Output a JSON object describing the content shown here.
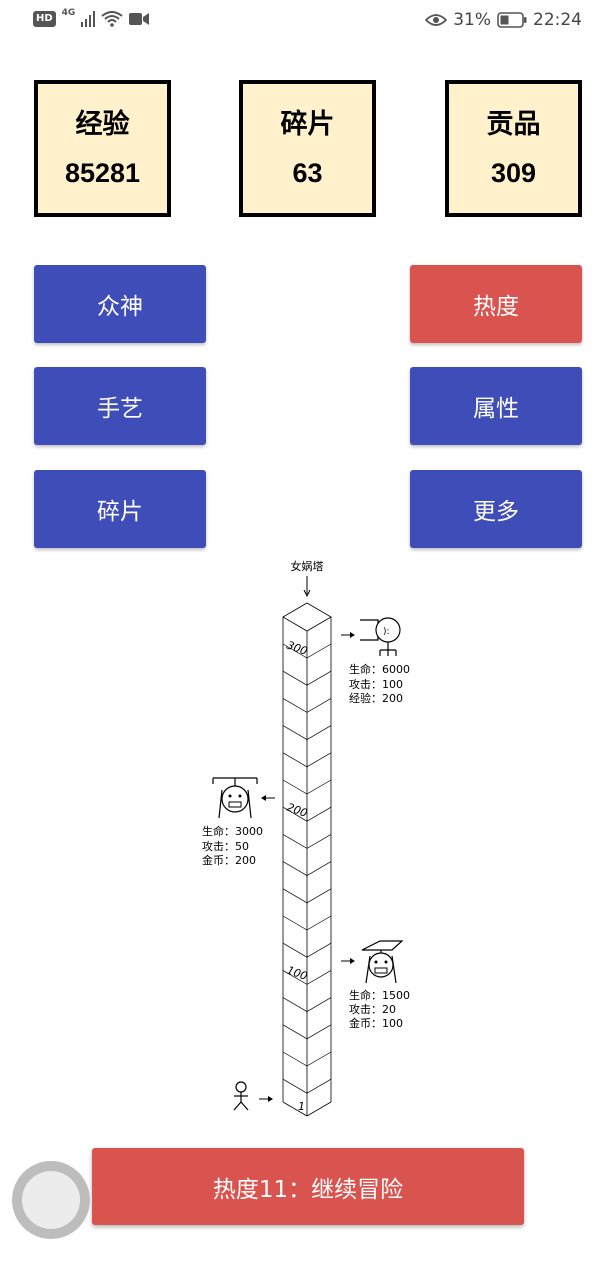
{
  "status_bar": {
    "hd": "HD",
    "network": "4G",
    "battery_percent": "31%",
    "time": "22:24",
    "icons": [
      "hd-icon",
      "signal-icon",
      "wifi-icon",
      "video-icon",
      "eye-icon",
      "battery-icon"
    ]
  },
  "stats": [
    {
      "label": "经验",
      "value": "85281"
    },
    {
      "label": "碎片",
      "value": "63"
    },
    {
      "label": "贡品",
      "value": "309"
    }
  ],
  "buttons": {
    "gods": "众神",
    "heat": "热度",
    "craft": "手艺",
    "attributes": "属性",
    "fragments": "碎片",
    "more": "更多"
  },
  "tower": {
    "title": "女娲塔",
    "floor_labels": [
      "300",
      "200",
      "100",
      "1"
    ],
    "enemies": [
      {
        "hp_label": "生命：",
        "hp": "6000",
        "atk_label": "攻击：",
        "atk": "100",
        "reward_label": "经验：",
        "reward": "200"
      },
      {
        "hp_label": "生命：",
        "hp": "3000",
        "atk_label": "攻击：",
        "atk": "50",
        "reward_label": "金币：",
        "reward": "200"
      },
      {
        "hp_label": "生命：",
        "hp": "1500",
        "atk_label": "攻击：",
        "atk": "20",
        "reward_label": "金币：",
        "reward": "100"
      }
    ]
  },
  "main_action": "热度11：继续冒险",
  "colors": {
    "blue_button": "#3f4db8",
    "red_button": "#d9534f",
    "stat_bg": "#fff1cc"
  }
}
